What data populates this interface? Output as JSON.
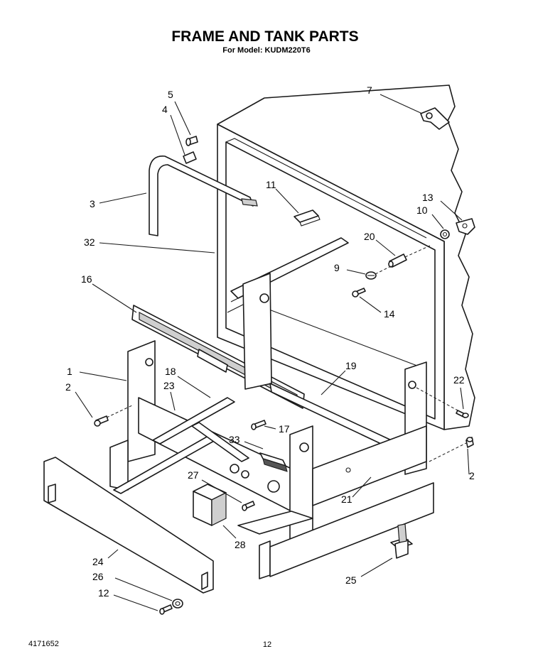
{
  "header": {
    "title": "FRAME AND TANK PARTS",
    "subtitle": "For Model: KUDM220T6"
  },
  "footer": {
    "doc_number": "4171652",
    "page_number": "12"
  },
  "callouts": [
    "1",
    "2",
    "3",
    "4",
    "5",
    "7",
    "9",
    "10",
    "11",
    "12",
    "13",
    "14",
    "16",
    "17",
    "18",
    "19",
    "20",
    "21",
    "22",
    "23",
    "24",
    "25",
    "26",
    "27",
    "28",
    "32",
    "33"
  ],
  "callouts_repeat": [
    "2",
    "12"
  ]
}
